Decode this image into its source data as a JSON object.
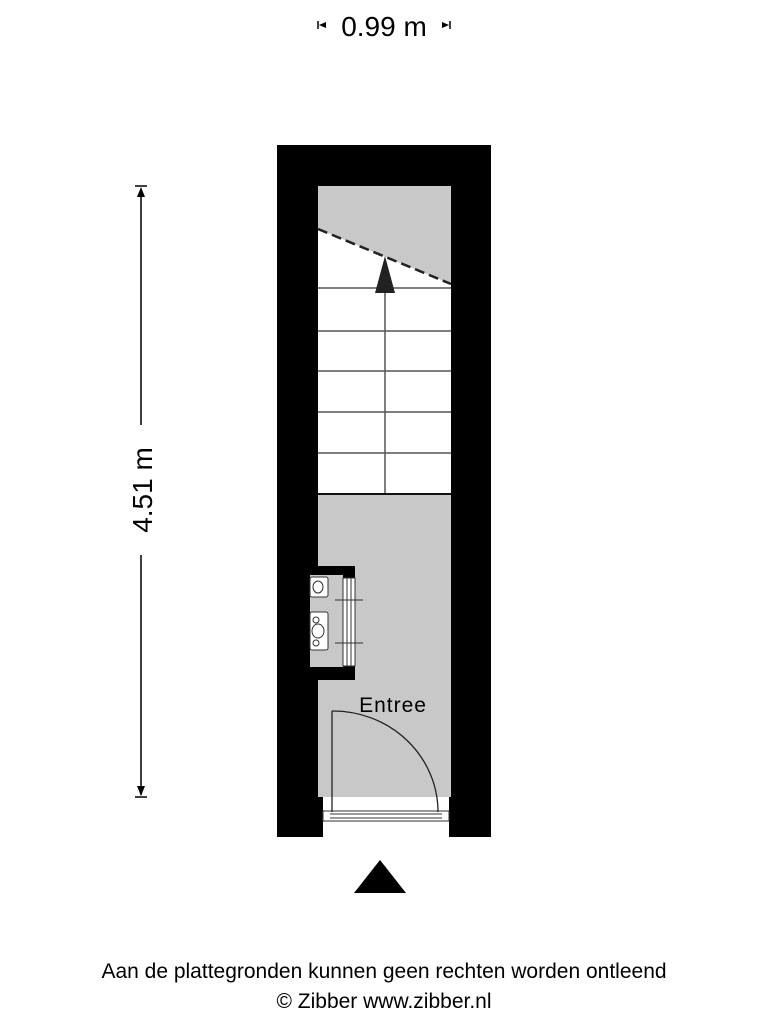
{
  "dimensions": {
    "width_label": "0.99 m",
    "length_label": "4.51 m"
  },
  "rooms": [
    {
      "name": "Entree"
    }
  ],
  "footer": {
    "disclaimer": "Aan de plattegronden kunnen geen rechten worden ontleend",
    "copyright": "© Zibber www.zibber.nl"
  },
  "colors": {
    "wall": "#000000",
    "floor": "#c8c8c8",
    "stairs": "#ffffff"
  },
  "icons": [
    "entrance-arrow-icon",
    "stairs-up-arrow-icon",
    "meter-icon"
  ]
}
